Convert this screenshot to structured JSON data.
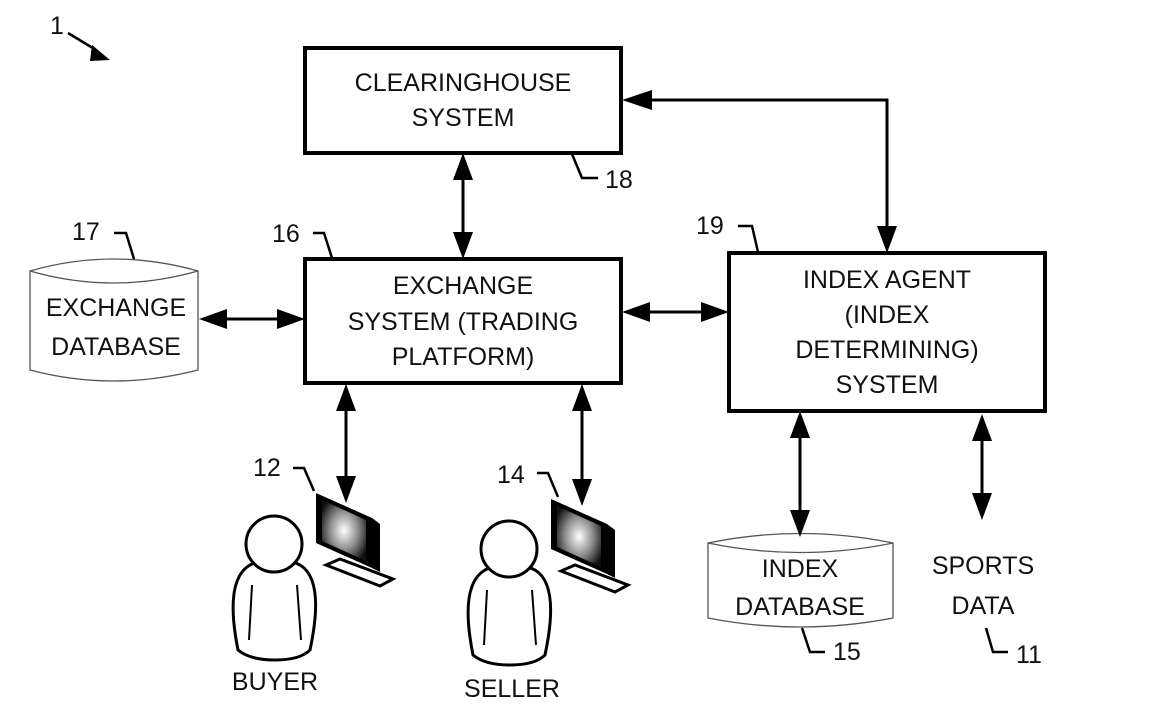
{
  "figure": {
    "ref": "1"
  },
  "nodes": {
    "clearinghouse": {
      "lines": [
        "CLEARINGHOUSE",
        "SYSTEM"
      ],
      "ref": "18"
    },
    "exchange_system": {
      "lines": [
        "EXCHANGE",
        "SYSTEM (TRADING",
        "PLATFORM)"
      ],
      "ref": "16"
    },
    "index_agent": {
      "lines": [
        "INDEX AGENT",
        "(INDEX",
        "DETERMINING)",
        "SYSTEM"
      ],
      "ref": "19"
    },
    "exchange_database": {
      "lines": [
        "EXCHANGE",
        "DATABASE"
      ],
      "ref": "17"
    },
    "index_database": {
      "lines": [
        "INDEX",
        "DATABASE"
      ],
      "ref": "15"
    },
    "sports_data": {
      "lines": [
        "SPORTS",
        "DATA"
      ],
      "ref": "11"
    },
    "buyer": {
      "label": "BUYER",
      "ref": "12"
    },
    "seller": {
      "label": "SELLER",
      "ref": "14"
    }
  }
}
